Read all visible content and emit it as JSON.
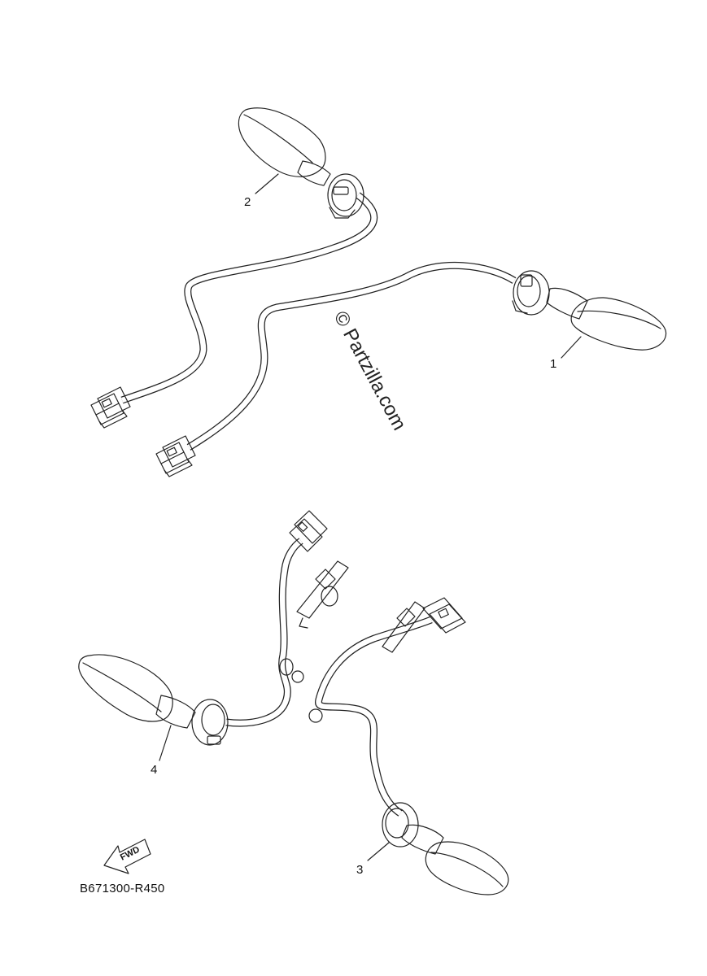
{
  "callouts": [
    {
      "id": "1",
      "text": "1"
    },
    {
      "id": "2",
      "text": "2"
    },
    {
      "id": "3",
      "text": "3"
    },
    {
      "id": "4",
      "text": "4"
    }
  ],
  "watermark": "© Partzilla.com",
  "direction_badge": "FWD",
  "diagram_code": "B671300-R450"
}
